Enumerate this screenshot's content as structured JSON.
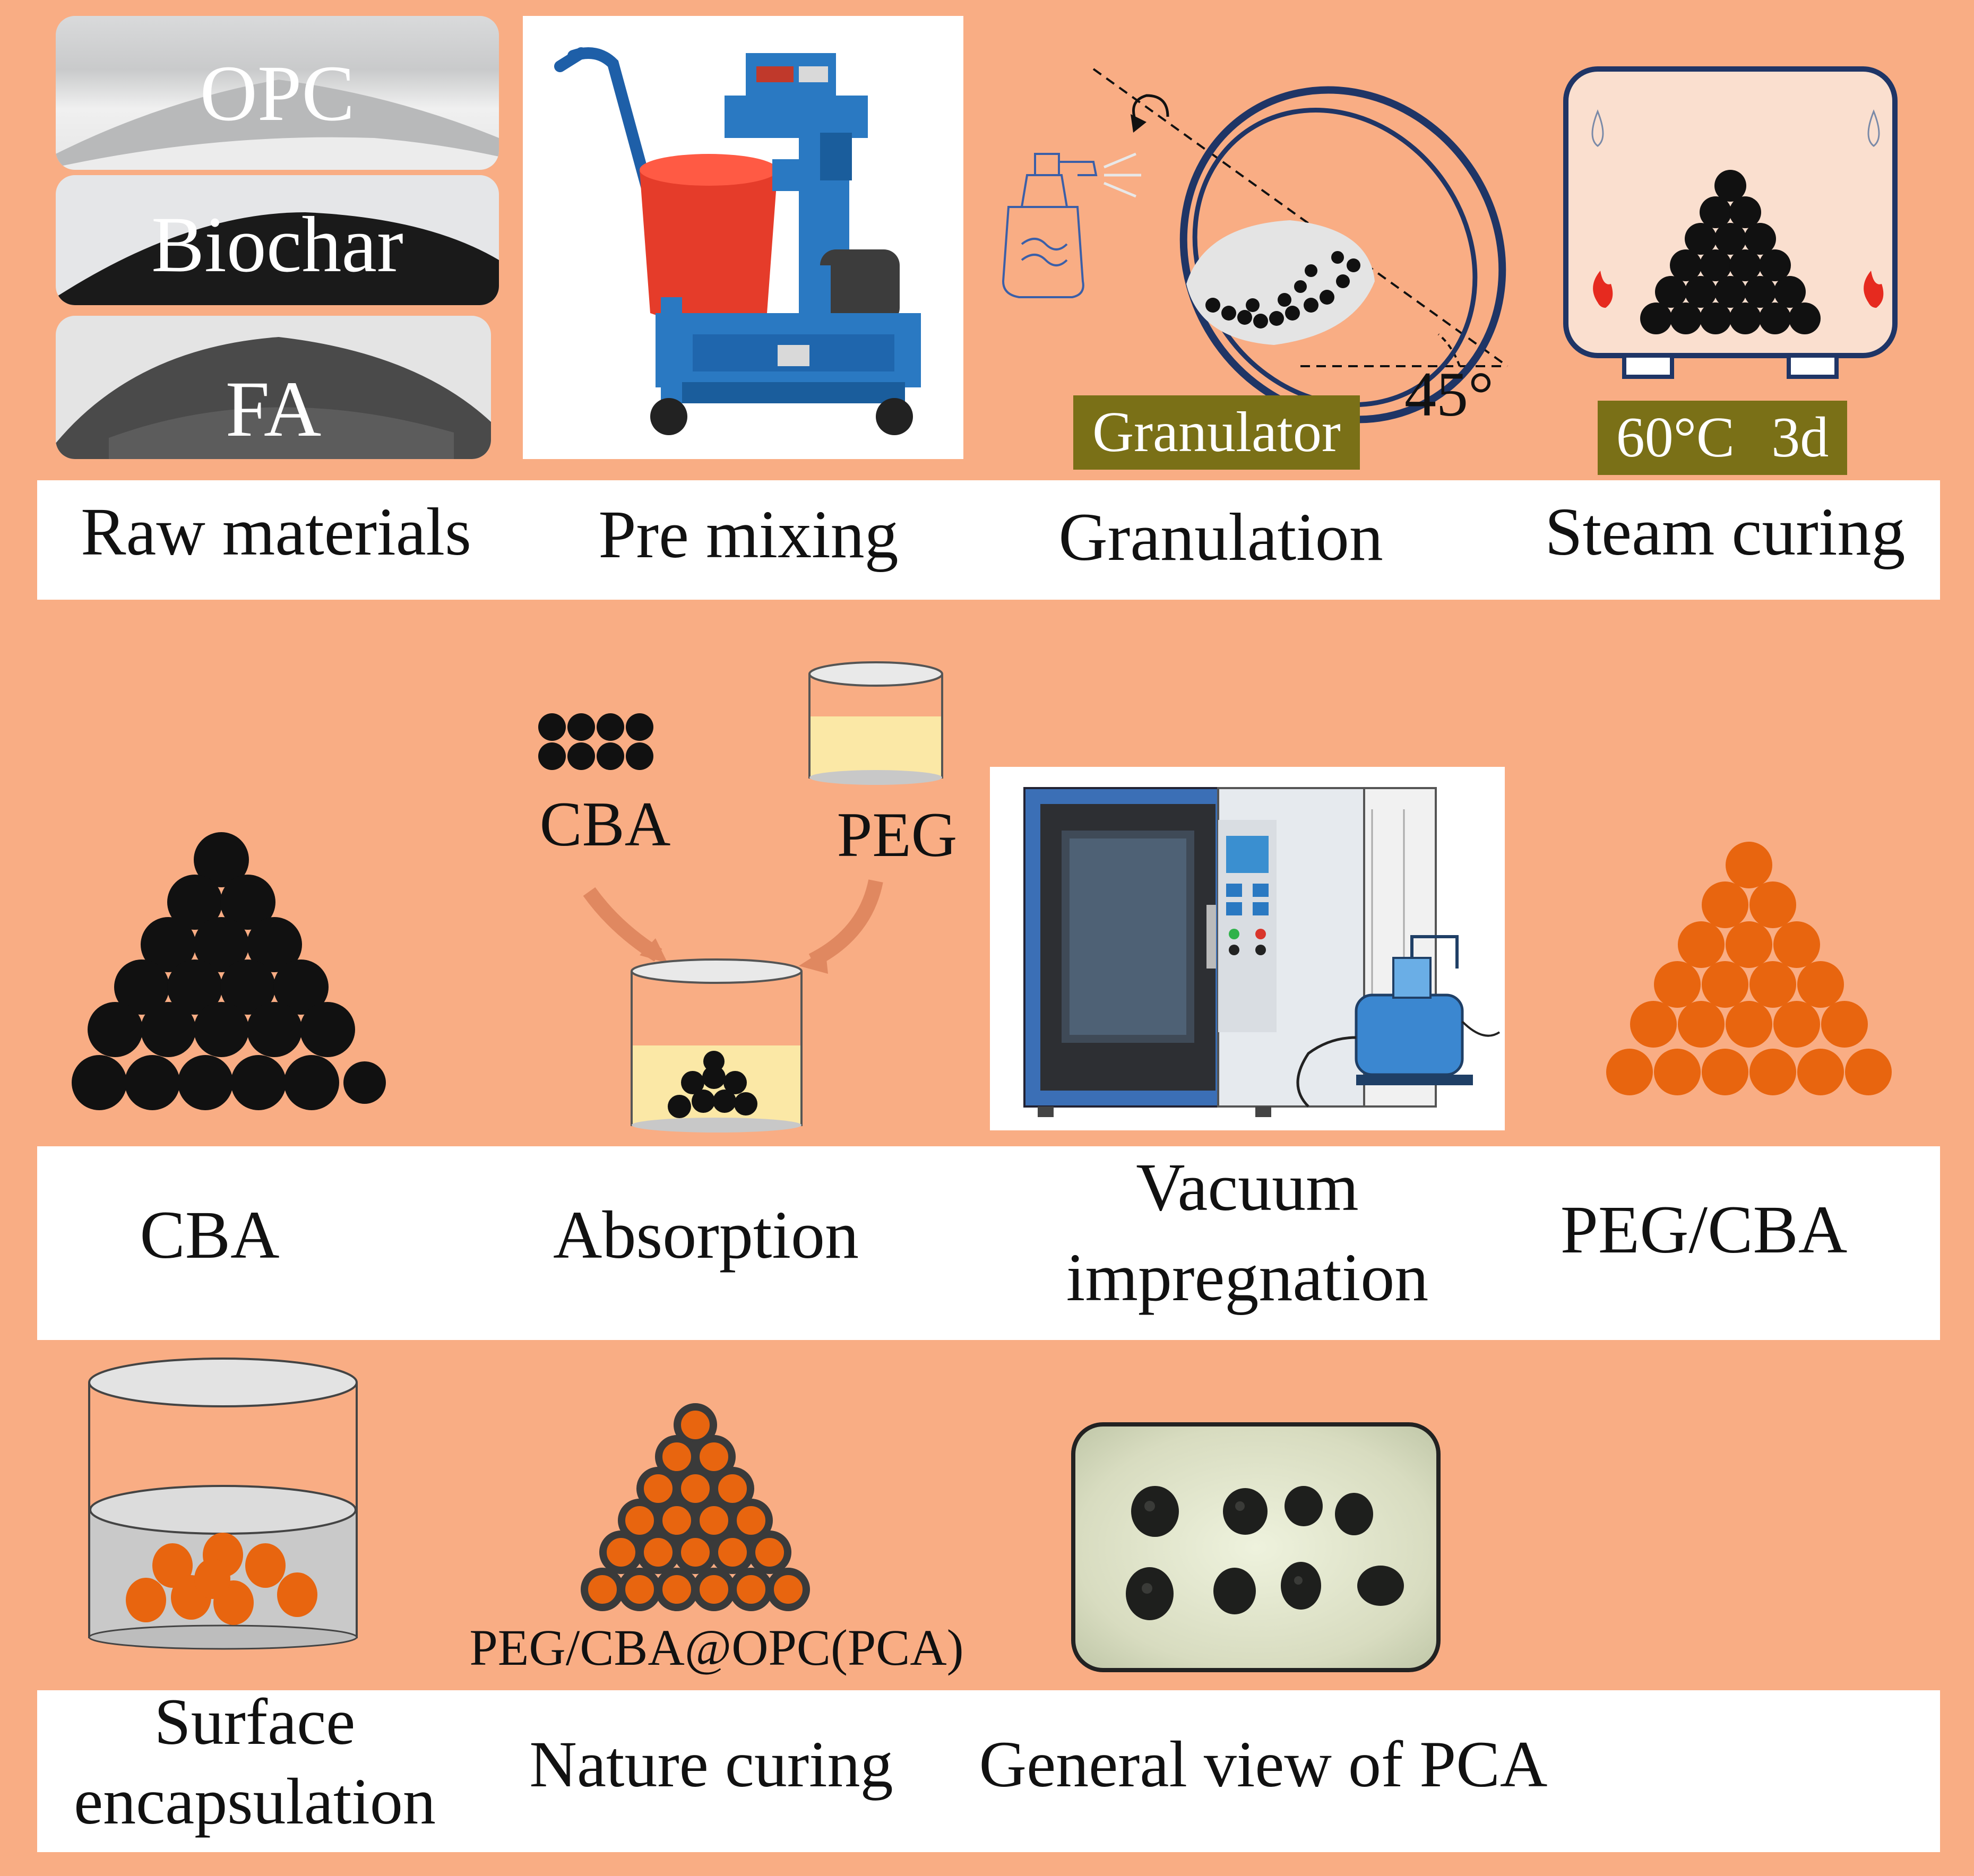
{
  "row1": {
    "raw_materials": {
      "caption": "Raw materials",
      "items": [
        "OPC",
        "Biochar",
        "FA"
      ]
    },
    "pre_mixing": {
      "caption": "Pre mixing"
    },
    "granulation": {
      "caption": "Granulation",
      "device_label": "Granulator",
      "angle_label": "45°"
    },
    "steam_curing": {
      "caption": "Steam curing",
      "temperature": "60°C",
      "duration": "3d"
    }
  },
  "row2": {
    "cba": {
      "caption": "CBA"
    },
    "absorption": {
      "caption": "Absorption",
      "cba_label": "CBA",
      "peg_label": "PEG"
    },
    "vacuum": {
      "caption_line1": "Vacuum",
      "caption_line2": "impregnation"
    },
    "peg_cba": {
      "caption": "PEG/CBA"
    }
  },
  "row3": {
    "surface": {
      "caption_line1": "Surface",
      "caption_line2": "encapsulation"
    },
    "nature_curing": {
      "caption": "Nature curing",
      "product_label": "PEG/CBA@OPC(PCA)"
    },
    "general_view": {
      "caption": "General view of PCA"
    }
  },
  "colors": {
    "background": "#f9ad84",
    "caption_bar": "#ffffff",
    "tag_bg": "#7a7017",
    "orange_ball": "#e8650f",
    "black_ball": "#111111",
    "peg_liquid": "#fbe8a6"
  }
}
